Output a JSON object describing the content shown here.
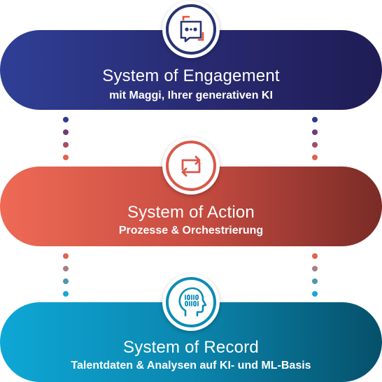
{
  "layers": [
    {
      "title": "System of Engagement",
      "subtitle": "mit Maggi, Ihrer generativen KI",
      "icon": "chat-bot-icon",
      "colors": {
        "start": "#2f3f96",
        "end": "#1f1c55",
        "accent": "#283472",
        "icon_accent": "#e8553f"
      }
    },
    {
      "title": "System of Action",
      "subtitle": "Prozesse & Orchestrierung",
      "icon": "cycle-arrows-icon",
      "colors": {
        "start": "#ee6a55",
        "end": "#7a2b26",
        "accent": "#d9584a"
      }
    },
    {
      "title": "System of Record",
      "subtitle": "Talentdaten & Analysen auf KI- und ML-Basis",
      "icon": "head-binary-icon",
      "colors": {
        "start": "#0ea7d6",
        "end": "#05506a",
        "accent": "#0c8cb5"
      }
    }
  ],
  "connectors": {
    "upper_dot_colors": [
      "#2e3a8c",
      "#6b3d7a",
      "#a84a62",
      "#e0624f"
    ],
    "lower_dot_colors": [
      "#e0624f",
      "#a87f86",
      "#4f97ac",
      "#16a9d8"
    ]
  }
}
